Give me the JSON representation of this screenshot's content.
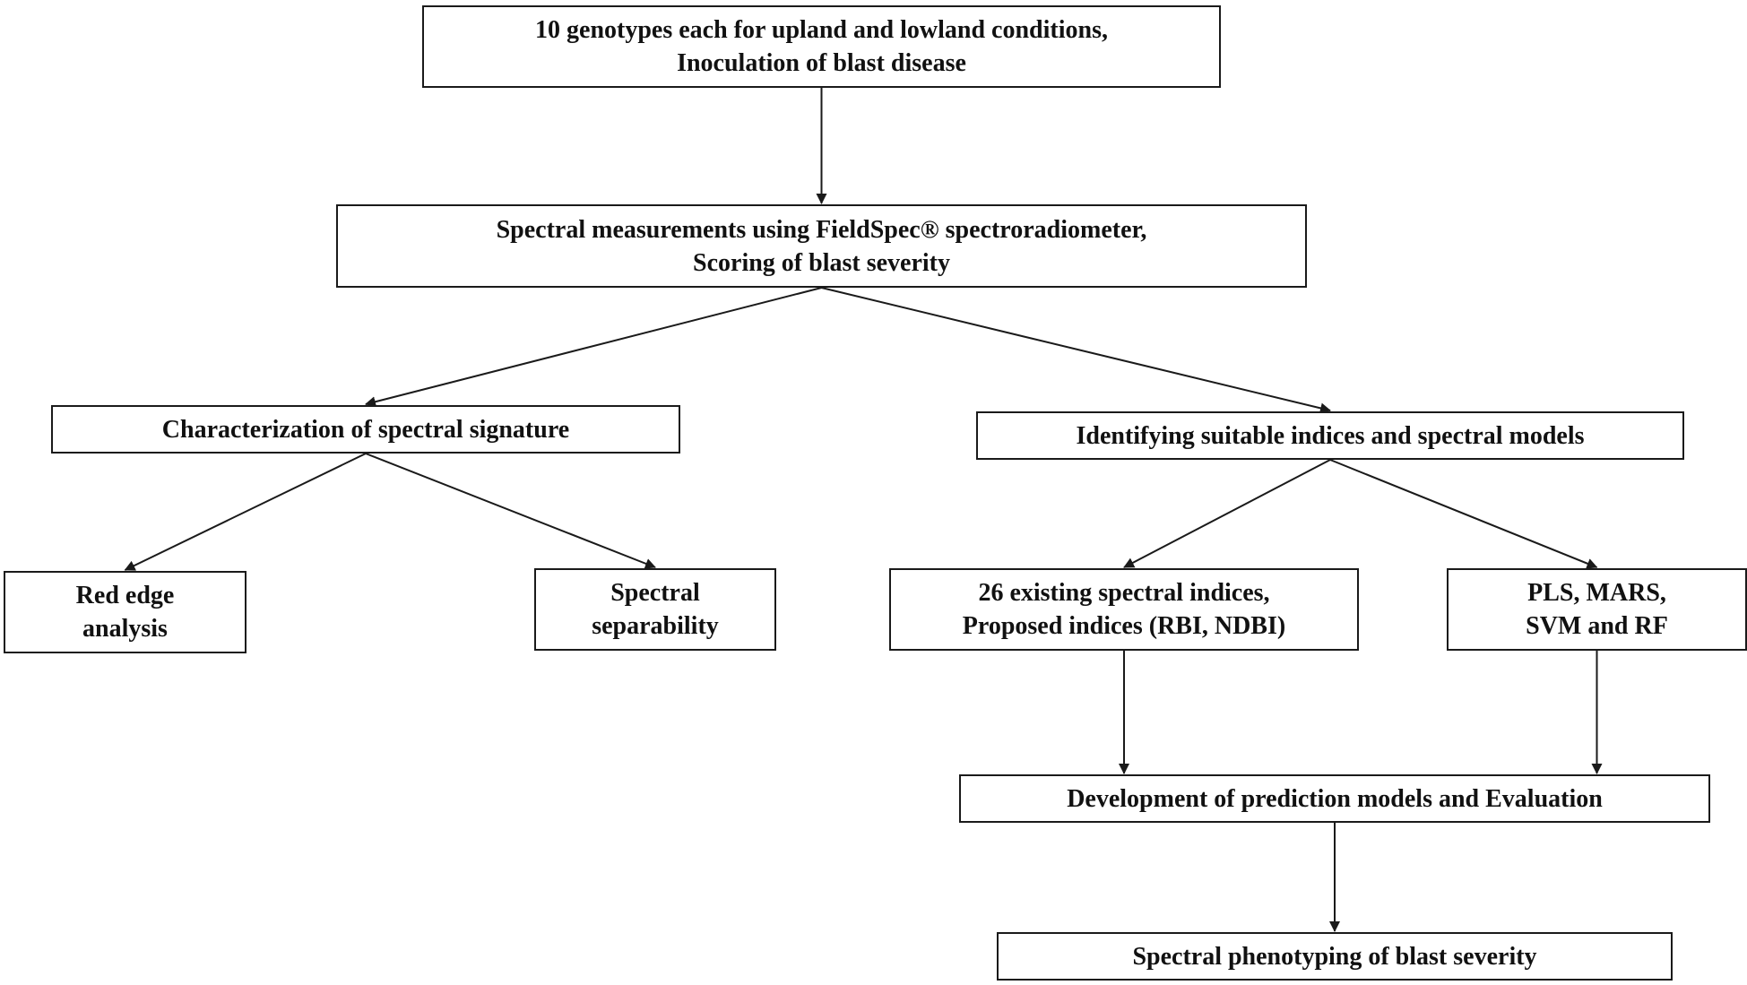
{
  "nodes": {
    "genotypes": {
      "lines": [
        "10 genotypes each for upland and lowland conditions,",
        "Inoculation of blast disease"
      ]
    },
    "spectral_measurements": {
      "lines": [
        "Spectral measurements using FieldSpec® spectroradiometer,",
        "Scoring of blast severity"
      ]
    },
    "characterization": {
      "lines": [
        "Characterization of spectral signature"
      ]
    },
    "identifying": {
      "lines": [
        "Identifying  suitable indices and spectral models"
      ]
    },
    "red_edge": {
      "lines": [
        "Red edge",
        "analysis"
      ]
    },
    "separability": {
      "lines": [
        "Spectral",
        "separability"
      ]
    },
    "indices": {
      "lines": [
        "26 existing spectral indices,",
        "Proposed indices (RBI, NDBI)"
      ]
    },
    "models": {
      "lines": [
        "PLS, MARS,",
        "SVM and RF"
      ]
    },
    "development": {
      "lines": [
        "Development of prediction models and Evaluation"
      ]
    },
    "phenotyping": {
      "lines": [
        "Spectral phenotyping of blast severity"
      ]
    }
  },
  "edges": [
    {
      "from": "genotypes",
      "to": "spectral_measurements"
    },
    {
      "from": "spectral_measurements",
      "to": "characterization"
    },
    {
      "from": "spectral_measurements",
      "to": "identifying"
    },
    {
      "from": "characterization",
      "to": "red_edge"
    },
    {
      "from": "characterization",
      "to": "separability"
    },
    {
      "from": "identifying",
      "to": "indices"
    },
    {
      "from": "identifying",
      "to": "models"
    },
    {
      "from": "indices",
      "to": "development"
    },
    {
      "from": "models",
      "to": "development"
    },
    {
      "from": "development",
      "to": "phenotyping"
    }
  ],
  "colors": {
    "stroke": "#1a1a1a",
    "text": "#111111",
    "background": "#ffffff"
  }
}
